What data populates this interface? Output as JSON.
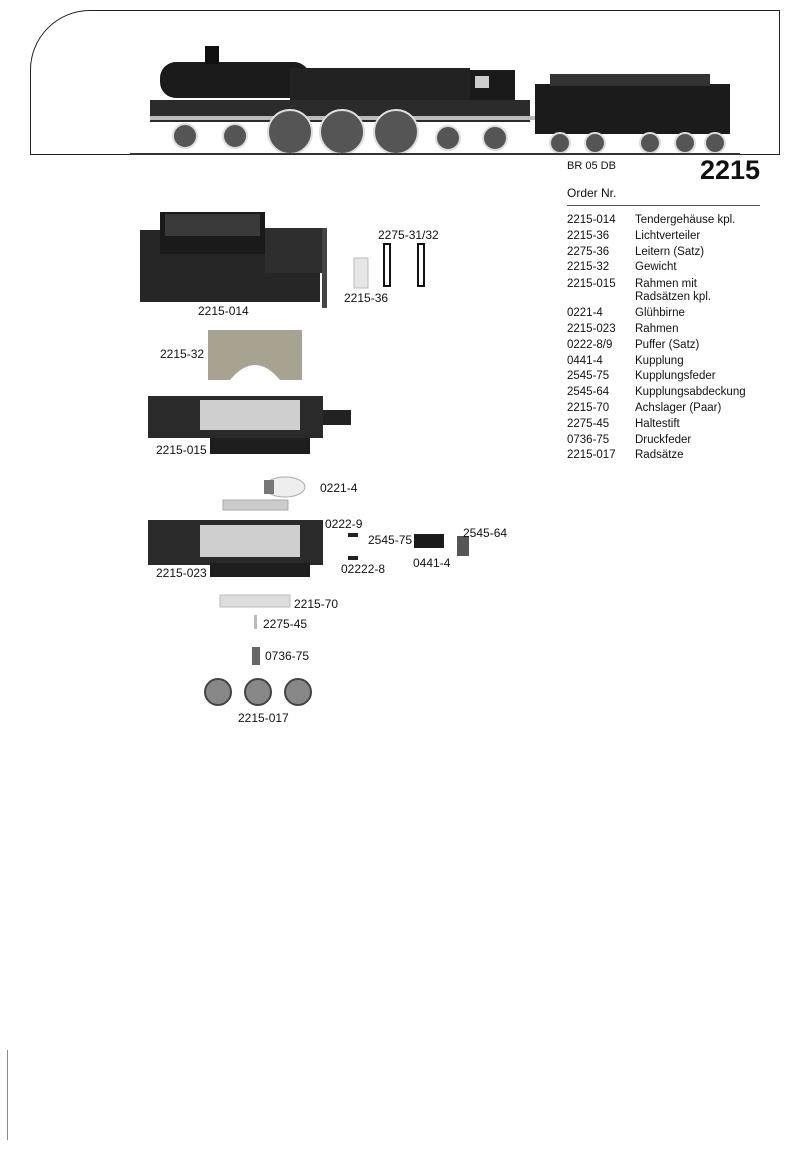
{
  "header": {
    "model": "BR 05 DB",
    "number": "2215",
    "order_label": "Order Nr."
  },
  "parts_list": [
    {
      "no": "2215-014",
      "desc": "Tendergehäuse kpl."
    },
    {
      "no": "2215-36",
      "desc": "Lichtverteiler"
    },
    {
      "no": "2275-36",
      "desc": "Leitern (Satz)"
    },
    {
      "no": "2215-32",
      "desc": "Gewicht"
    },
    {
      "no": "2215-015",
      "desc": "Rahmen mit Radsätzen kpl."
    },
    {
      "no": "0221-4",
      "desc": "Glühbirne"
    },
    {
      "no": "2215-023",
      "desc": "Rahmen"
    },
    {
      "no": "0222-8/9",
      "desc": "Puffer (Satz)"
    },
    {
      "no": "0441-4",
      "desc": "Kupplung"
    },
    {
      "no": "2545-75",
      "desc": "Kupplungsfeder"
    },
    {
      "no": "2545-64",
      "desc": "Kupplungsabdeckung"
    },
    {
      "no": "2215-70",
      "desc": "Achslager (Paar)"
    },
    {
      "no": "2275-45",
      "desc": "Haltestift"
    },
    {
      "no": "0736-75",
      "desc": "Druckfeder"
    },
    {
      "no": "2215-017",
      "desc": "Radsätze"
    }
  ],
  "diagram_labels": {
    "tender_housing": "2215-014",
    "ladders": "2275-31/32",
    "light_distributor": "2215-36",
    "weight": "2215-32",
    "frame_complete": "2215-015",
    "bulb": "0221-4",
    "buffer_9": "0222-9",
    "spring": "2545-75",
    "cover": "2545-64",
    "frame": "2215-023",
    "buffer_8": "02222-8",
    "coupling": "0441-4",
    "axle_bearing": "2215-70",
    "pin": "2275-45",
    "compression_spring": "0736-75",
    "wheelsets": "2215-017"
  }
}
